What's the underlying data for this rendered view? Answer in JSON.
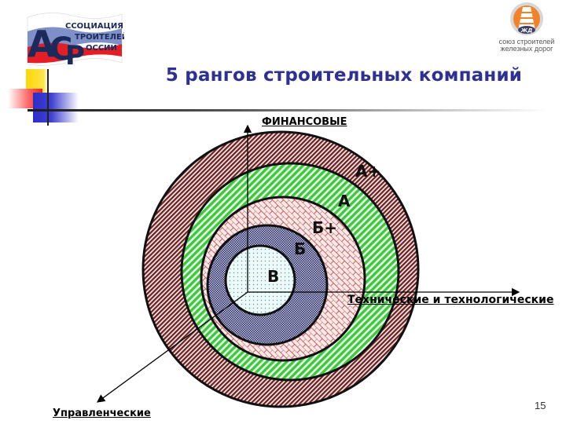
{
  "slide": {
    "title": "5 рангов строительных компаний",
    "page_number": "15"
  },
  "logos": {
    "left": {
      "name": "asr-logo",
      "lines": [
        "ССОЦИАЦИЯ",
        "ТРОИТЕЛЕЙ",
        "ОССИИ"
      ],
      "big_letters": "АСР"
    },
    "right": {
      "name": "ssjd-logo",
      "lines": [
        "союз строителей",
        "железных дорог"
      ],
      "badge": "ЖД"
    }
  },
  "axes": {
    "vertical": "ФИНАНСОВЫЕ",
    "horizontal": "Технические и технологические",
    "diagonal": "Управленческие"
  },
  "rings": [
    {
      "label": "А+",
      "color": "#7a2a2a",
      "pattern": "diagonal-stripes-dark"
    },
    {
      "label": "А",
      "color": "#44cc44",
      "pattern": "diagonal-stripes-green"
    },
    {
      "label": "Б+",
      "color": "#a03030",
      "pattern": "brick-pink"
    },
    {
      "label": "Б",
      "color": "#2a2a6a",
      "pattern": "checker-navy"
    },
    {
      "label": "В",
      "color": "#bfe6e6",
      "pattern": "dots-light"
    }
  ],
  "colors": {
    "title": "#2e3192",
    "outline": "#111111"
  }
}
